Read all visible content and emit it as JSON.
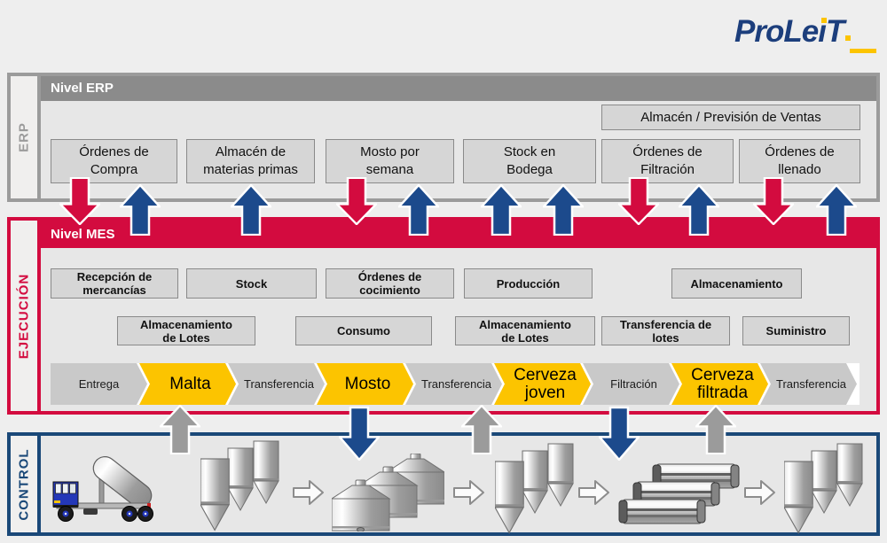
{
  "logo": {
    "main": "ProLe",
    "i_char": "ı",
    "t_char": "T"
  },
  "erp": {
    "side_label": "ERP",
    "header": "Nivel ERP",
    "wide_box": "Almacén / Previsión de Ventas",
    "boxes": [
      "Órdenes de\nCompra",
      "Almacén de\nmaterias primas",
      "Mosto por\nsemana",
      "Stock en\nBodega",
      "Órdenes de\nFiltración",
      "Órdenes de\nllenado"
    ]
  },
  "mes": {
    "side_label": "EJECUCIÓN",
    "header": "Nivel MES",
    "row1": [
      "Recepción de\nmercancías",
      "Stock",
      "Órdenes de\ncocimiento",
      "Producción",
      "Almacenamiento"
    ],
    "row2": [
      "Almacenamiento\nde Lotes",
      "Consumo",
      "Almacenamiento\nde Lotes",
      "Transferencia de\nlotes",
      "Suministro"
    ],
    "flow": [
      "Entrega",
      "Malta",
      "Transferencia",
      "Mosto",
      "Transferencia",
      "Cerveza\njoven",
      "Filtración",
      "Cerveza\nfiltrada",
      "Transferencia"
    ]
  },
  "control": {
    "side_label": "CONTROL"
  },
  "colors": {
    "red": "#d30b3f",
    "blue": "#1c4a8c",
    "navy_border": "#1a4878",
    "yellow": "#fcc400",
    "gray_arrow": "#9b9b9b",
    "gray_header": "#8b8b8b"
  }
}
